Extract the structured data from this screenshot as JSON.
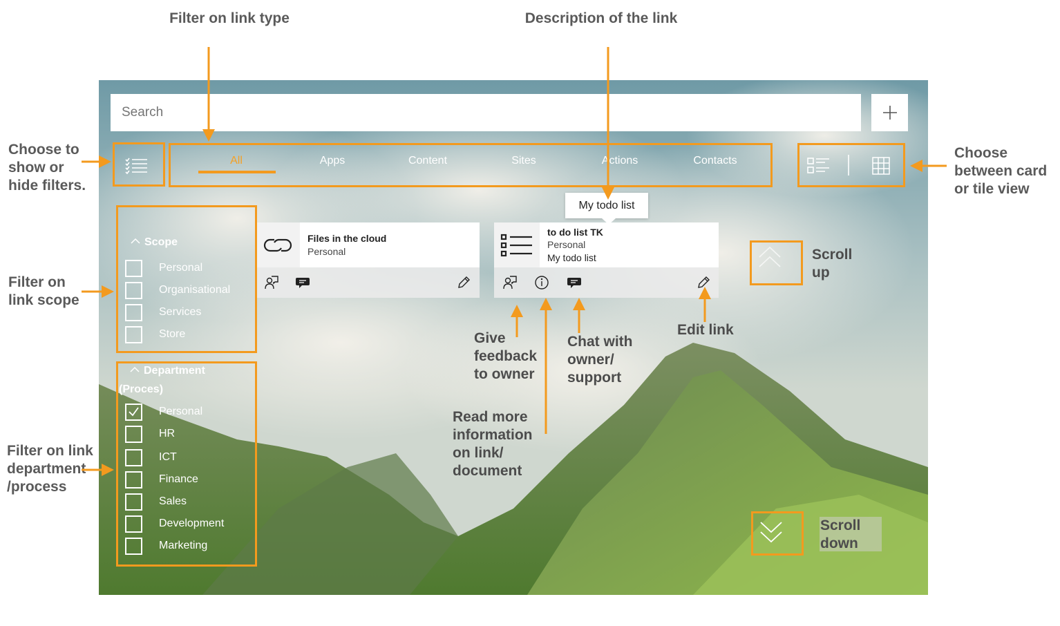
{
  "annotations": {
    "filter_type": "Filter on link type",
    "description": "Description of the link",
    "show_filters": "Choose to show or hide filters.",
    "card_tile": "Choose between card or tile view",
    "scope": "Filter on link scope",
    "department": "Filter on link department /process",
    "feedback": "Give feedback to owner",
    "chat": "Chat with owner/ support",
    "edit": "Edit link",
    "read_more": "Read more information on link/ document"
  },
  "search": {
    "placeholder": "Search"
  },
  "tabs": [
    {
      "label": "All",
      "active": true
    },
    {
      "label": "Apps"
    },
    {
      "label": "Content"
    },
    {
      "label": "Sites"
    },
    {
      "label": "Actions"
    },
    {
      "label": "Contacts"
    }
  ],
  "filters": {
    "scope": {
      "title": "Scope",
      "items": [
        {
          "label": "Personal",
          "checked": false
        },
        {
          "label": "Organisational",
          "checked": false
        },
        {
          "label": "Services",
          "checked": false
        },
        {
          "label": "Store",
          "checked": false
        }
      ]
    },
    "department": {
      "title": "Department",
      "title2": "(Proces)",
      "items": [
        {
          "label": "Personal",
          "checked": true
        },
        {
          "label": "HR",
          "checked": false
        },
        {
          "label": "ICT",
          "checked": false
        },
        {
          "label": "Finance",
          "checked": false
        },
        {
          "label": "Sales",
          "checked": false
        },
        {
          "label": "Development",
          "checked": false
        },
        {
          "label": "Marketing",
          "checked": false
        }
      ]
    }
  },
  "cards": [
    {
      "title": "Files in the cloud",
      "subtitle": "Personal",
      "icon": "link-icon"
    },
    {
      "title": "to do list TK",
      "subtitle": "Personal",
      "description": "My todo list",
      "icon": "list-icon"
    }
  ],
  "tooltip": "My todo list",
  "scroll": {
    "up": "Scroll up",
    "down": "Scroll down"
  },
  "colors": {
    "accent": "#f39a1e",
    "active_tab": "#f5a024"
  }
}
